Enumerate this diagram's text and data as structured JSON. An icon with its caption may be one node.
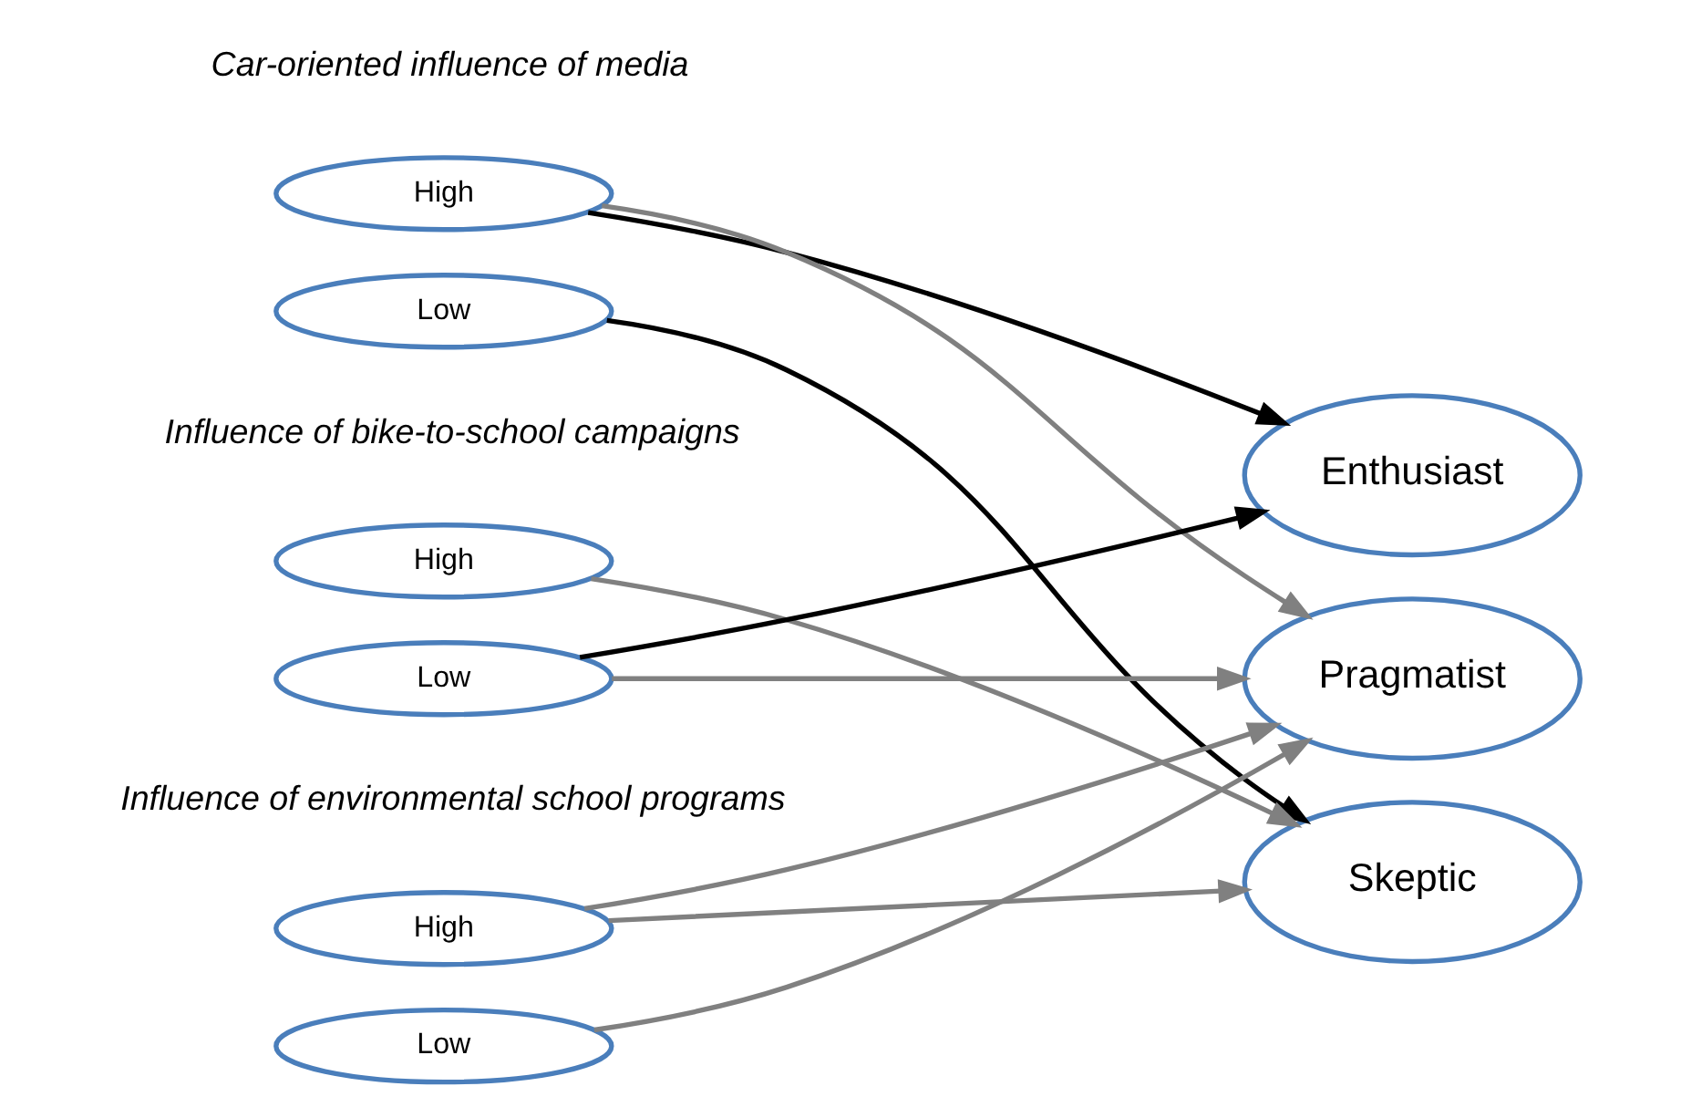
{
  "diagram": {
    "nodes": [
      {
        "text": [
          "High"
        ]
      },
      {
        "text": [
          "Low"
        ]
      },
      {
        "text": [
          "High"
        ]
      },
      {
        "text": [
          "Low"
        ]
      },
      {
        "text": [
          "High"
        ]
      },
      {
        "text": [
          "Low"
        ]
      },
      {
        "text": [
          "Enthusiast"
        ]
      },
      {
        "text": [
          "Pragmatist"
        ]
      },
      {
        "text": [
          "Skeptic"
        ]
      }
    ],
    "edges": [
      {
        "from": 0,
        "to": 6,
        "arrow": "to",
        "color": "#000000"
      },
      {
        "from": 0,
        "to": 7,
        "arrow": "to"
      },
      {
        "from": 1,
        "to": 8,
        "arrow": "to",
        "color": "#000000"
      },
      {
        "from": 2,
        "to": 8,
        "arrow": "to"
      },
      {
        "from": 3,
        "to": 6,
        "arrow": "to",
        "color": "#000000"
      },
      {
        "from": 3,
        "to": 7,
        "arrow": "to"
      },
      {
        "from": 4,
        "to": 7,
        "arrow": "to"
      },
      {
        "from": 4,
        "to": 8,
        "arrow": "to"
      },
      {
        "from": 5,
        "to": 7,
        "arrow": "to"
      }
    ],
    "labels": [
      "Car-oriented influence of media",
      "Influence of bike-to-school campaigns",
      "Influence of environmental school programs"
    ]
  }
}
